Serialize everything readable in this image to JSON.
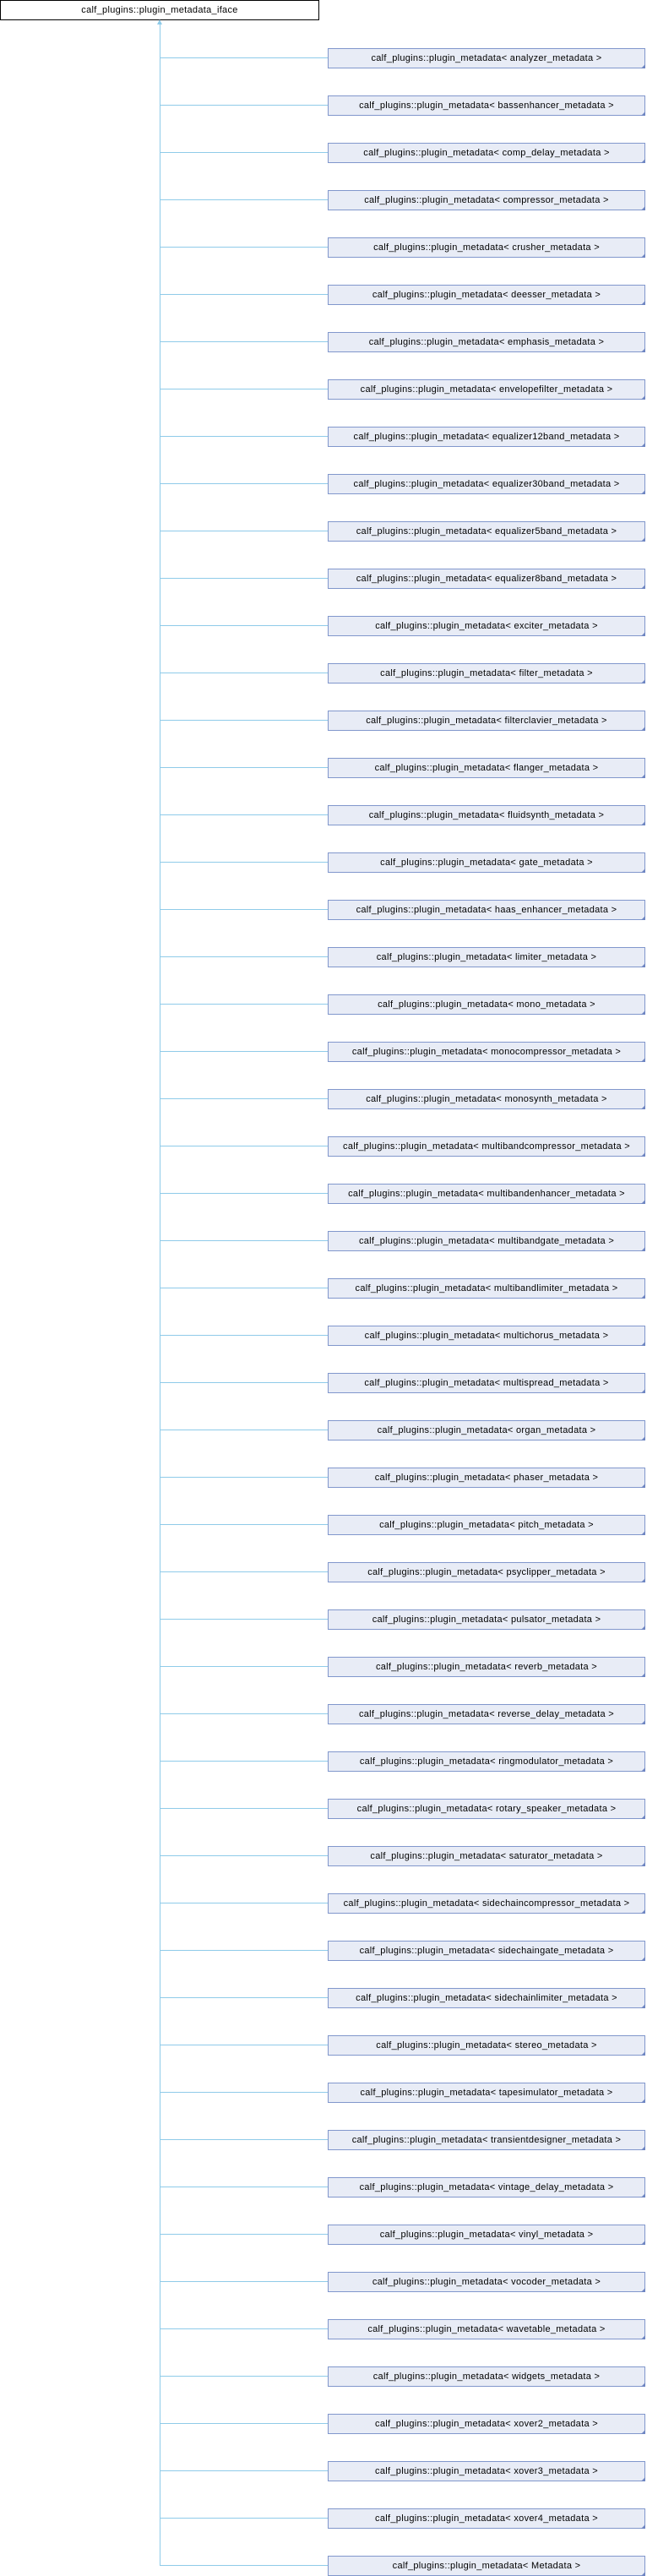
{
  "root": {
    "label": "calf_plugins::plugin_metadata_iface"
  },
  "children": [
    "calf_plugins::plugin_metadata< analyzer_metadata >",
    "calf_plugins::plugin_metadata< bassenhancer_metadata >",
    "calf_plugins::plugin_metadata< comp_delay_metadata >",
    "calf_plugins::plugin_metadata< compressor_metadata >",
    "calf_plugins::plugin_metadata< crusher_metadata >",
    "calf_plugins::plugin_metadata< deesser_metadata >",
    "calf_plugins::plugin_metadata< emphasis_metadata >",
    "calf_plugins::plugin_metadata< envelopefilter_metadata >",
    "calf_plugins::plugin_metadata< equalizer12band_metadata >",
    "calf_plugins::plugin_metadata< equalizer30band_metadata >",
    "calf_plugins::plugin_metadata< equalizer5band_metadata >",
    "calf_plugins::plugin_metadata< equalizer8band_metadata >",
    "calf_plugins::plugin_metadata< exciter_metadata >",
    "calf_plugins::plugin_metadata< filter_metadata >",
    "calf_plugins::plugin_metadata< filterclavier_metadata >",
    "calf_plugins::plugin_metadata< flanger_metadata >",
    "calf_plugins::plugin_metadata< fluidsynth_metadata >",
    "calf_plugins::plugin_metadata< gate_metadata >",
    "calf_plugins::plugin_metadata< haas_enhancer_metadata >",
    "calf_plugins::plugin_metadata< limiter_metadata >",
    "calf_plugins::plugin_metadata< mono_metadata >",
    "calf_plugins::plugin_metadata< monocompressor_metadata >",
    "calf_plugins::plugin_metadata< monosynth_metadata >",
    "calf_plugins::plugin_metadata< multibandcompressor_metadata >",
    "calf_plugins::plugin_metadata< multibandenhancer_metadata >",
    "calf_plugins::plugin_metadata< multibandgate_metadata >",
    "calf_plugins::plugin_metadata< multibandlimiter_metadata >",
    "calf_plugins::plugin_metadata< multichorus_metadata >",
    "calf_plugins::plugin_metadata< multispread_metadata >",
    "calf_plugins::plugin_metadata< organ_metadata >",
    "calf_plugins::plugin_metadata< phaser_metadata >",
    "calf_plugins::plugin_metadata< pitch_metadata >",
    "calf_plugins::plugin_metadata< psyclipper_metadata >",
    "calf_plugins::plugin_metadata< pulsator_metadata >",
    "calf_plugins::plugin_metadata< reverb_metadata >",
    "calf_plugins::plugin_metadata< reverse_delay_metadata >",
    "calf_plugins::plugin_metadata< ringmodulator_metadata >",
    "calf_plugins::plugin_metadata< rotary_speaker_metadata >",
    "calf_plugins::plugin_metadata< saturator_metadata >",
    "calf_plugins::plugin_metadata< sidechaincompressor_metadata >",
    "calf_plugins::plugin_metadata< sidechaingate_metadata >",
    "calf_plugins::plugin_metadata< sidechainlimiter_metadata >",
    "calf_plugins::plugin_metadata< stereo_metadata >",
    "calf_plugins::plugin_metadata< tapesimulator_metadata >",
    "calf_plugins::plugin_metadata< transientdesigner_metadata >",
    "calf_plugins::plugin_metadata< vintage_delay_metadata >",
    "calf_plugins::plugin_metadata< vinyl_metadata >",
    "calf_plugins::plugin_metadata< vocoder_metadata >",
    "calf_plugins::plugin_metadata< wavetable_metadata >",
    "calf_plugins::plugin_metadata< widgets_metadata >",
    "calf_plugins::plugin_metadata< xover2_metadata >",
    "calf_plugins::plugin_metadata< xover3_metadata >",
    "calf_plugins::plugin_metadata< xover4_metadata >",
    "calf_plugins::plugin_metadata< Metadata >"
  ],
  "colors": {
    "edge": "#8fcbe9",
    "node_fill": "#e8ecf6",
    "node_border": "#8197cc"
  }
}
